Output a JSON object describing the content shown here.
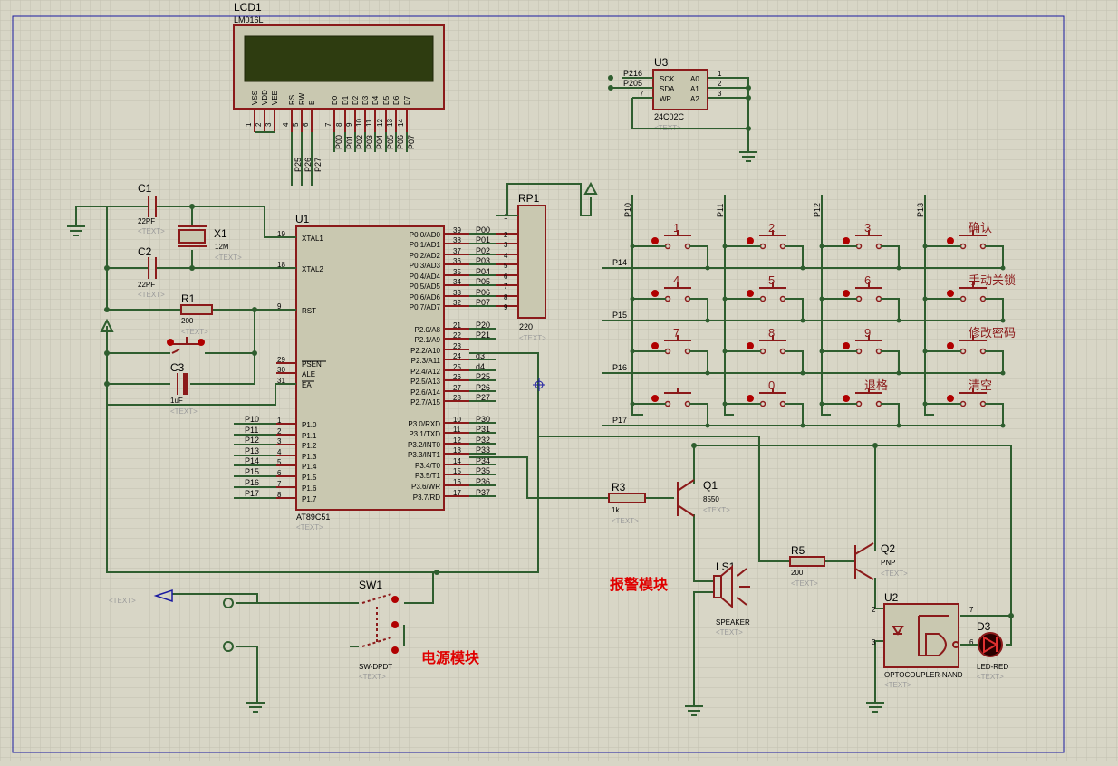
{
  "placeholder": "<TEXT>",
  "lcd": {
    "ref": "LCD1",
    "part": "LM016L",
    "pins": [
      {
        "name": "VSS",
        "num": "1"
      },
      {
        "name": "VDD",
        "num": "2"
      },
      {
        "name": "VEE",
        "num": "3"
      },
      {
        "name": "RS",
        "num": "4"
      },
      {
        "name": "RW",
        "num": "5"
      },
      {
        "name": "E",
        "num": "6"
      },
      {
        "name": "D0",
        "num": "7"
      },
      {
        "name": "D1",
        "num": "8"
      },
      {
        "name": "D2",
        "num": "9"
      },
      {
        "name": "D3",
        "num": "10"
      },
      {
        "name": "D4",
        "num": "11"
      },
      {
        "name": "D5",
        "num": "12"
      },
      {
        "name": "D6",
        "num": "13"
      },
      {
        "name": "D7",
        "num": "14"
      }
    ],
    "nets": [
      "P25",
      "P26",
      "P27",
      "P00",
      "P01",
      "P02",
      "P03",
      "P04",
      "P05",
      "P06",
      "P07"
    ]
  },
  "eeprom": {
    "ref": "U3",
    "part": "24C02C",
    "left": [
      {
        "net": "P216",
        "name": "SCK"
      },
      {
        "net": "P205",
        "name": "SDA"
      },
      {
        "num": "7",
        "name": "WP"
      }
    ],
    "right": [
      {
        "name": "A0",
        "num": "1"
      },
      {
        "name": "A1",
        "num": "2"
      },
      {
        "name": "A2",
        "num": "3"
      }
    ]
  },
  "mcu": {
    "ref": "U1",
    "part": "AT89C51",
    "left": [
      {
        "num": "19",
        "name": "XTAL1"
      },
      {
        "num": "18",
        "name": "XTAL2"
      },
      {
        "num": "9",
        "name": "RST"
      },
      {
        "num": "29",
        "name": "PSEN"
      },
      {
        "num": "30",
        "name": "ALE"
      },
      {
        "num": "31",
        "name": "EA"
      },
      {
        "net": "P10",
        "num": "1",
        "name": "P1.0"
      },
      {
        "net": "P11",
        "num": "2",
        "name": "P1.1"
      },
      {
        "net": "P12",
        "num": "3",
        "name": "P1.2"
      },
      {
        "net": "P13",
        "num": "4",
        "name": "P1.3"
      },
      {
        "net": "P14",
        "num": "5",
        "name": "P1.4"
      },
      {
        "net": "P15",
        "num": "6",
        "name": "P1.5"
      },
      {
        "net": "P16",
        "num": "7",
        "name": "P1.6"
      },
      {
        "net": "P17",
        "num": "8",
        "name": "P1.7"
      }
    ],
    "right": [
      {
        "name": "P0.0/AD0",
        "num": "39",
        "net": "P00"
      },
      {
        "name": "P0.1/AD1",
        "num": "38",
        "net": "P01"
      },
      {
        "name": "P0.2/AD2",
        "num": "37",
        "net": "P02"
      },
      {
        "name": "P0.3/AD3",
        "num": "36",
        "net": "P03"
      },
      {
        "name": "P0.4/AD4",
        "num": "35",
        "net": "P04"
      },
      {
        "name": "P0.5/AD5",
        "num": "34",
        "net": "P05"
      },
      {
        "name": "P0.6/AD6",
        "num": "33",
        "net": "P06"
      },
      {
        "name": "P0.7/AD7",
        "num": "32",
        "net": "P07"
      },
      {
        "name": "P2.0/A8",
        "num": "21",
        "net": "P20"
      },
      {
        "name": "P2.1/A9",
        "num": "22",
        "net": "P21"
      },
      {
        "name": "P2.2/A10",
        "num": "23",
        "net": ""
      },
      {
        "name": "P2.3/A11",
        "num": "24",
        "net": "d3"
      },
      {
        "name": "P2.4/A12",
        "num": "25",
        "net": "d4"
      },
      {
        "name": "P2.5/A13",
        "num": "26",
        "net": "P25"
      },
      {
        "name": "P2.6/A14",
        "num": "27",
        "net": "P26"
      },
      {
        "name": "P2.7/A15",
        "num": "28",
        "net": "P27"
      },
      {
        "name": "P3.0/RXD",
        "num": "10",
        "net": "P30"
      },
      {
        "name": "P3.1/TXD",
        "num": "11",
        "net": "P31"
      },
      {
        "name": "P3.2/INT0",
        "num": "12",
        "net": "P32"
      },
      {
        "name": "P3.3/INT1",
        "num": "13",
        "net": "P33"
      },
      {
        "name": "P3.4/T0",
        "num": "14",
        "net": "P34"
      },
      {
        "name": "P3.5/T1",
        "num": "15",
        "net": "P35"
      },
      {
        "name": "P3.6/WR",
        "num": "16",
        "net": "P36"
      },
      {
        "name": "P3.7/RD",
        "num": "17",
        "net": "P37"
      }
    ]
  },
  "rp1": {
    "ref": "RP1",
    "value": "220",
    "pins": [
      "1",
      "2",
      "3",
      "4",
      "5",
      "6",
      "7",
      "8",
      "9"
    ]
  },
  "c1": {
    "ref": "C1",
    "value": "22PF"
  },
  "c2": {
    "ref": "C2",
    "value": "22PF"
  },
  "c3": {
    "ref": "C3",
    "value": "1uF"
  },
  "x1": {
    "ref": "X1",
    "value": "12M"
  },
  "r1": {
    "ref": "R1",
    "value": "200"
  },
  "r3": {
    "ref": "R3",
    "value": "1k"
  },
  "r5": {
    "ref": "R5",
    "value": "200"
  },
  "q1": {
    "ref": "Q1",
    "value": "8550"
  },
  "q2": {
    "ref": "Q2",
    "value": "PNP"
  },
  "ls1": {
    "ref": "LS1",
    "value": "SPEAKER"
  },
  "sw1": {
    "ref": "SW1",
    "value": "SW-DPDT"
  },
  "u2": {
    "ref": "U2",
    "value": "OPTOCOUPLER-NAND",
    "pins": [
      "2",
      "3",
      "7",
      "6"
    ]
  },
  "d3": {
    "ref": "D3",
    "value": "LED-RED"
  },
  "keypad": {
    "cols": [
      "P10",
      "P11",
      "P12",
      "P13"
    ],
    "rows": [
      "P14",
      "P15",
      "P16",
      "P17"
    ],
    "keys": [
      "1",
      "2",
      "3",
      "确认",
      "4",
      "5",
      "6",
      "手动关锁",
      "7",
      "8",
      "9",
      "修改密码",
      "",
      "0",
      "退格",
      "清空"
    ]
  },
  "modules": {
    "alarm": "报警模块",
    "power": "电源模块"
  }
}
